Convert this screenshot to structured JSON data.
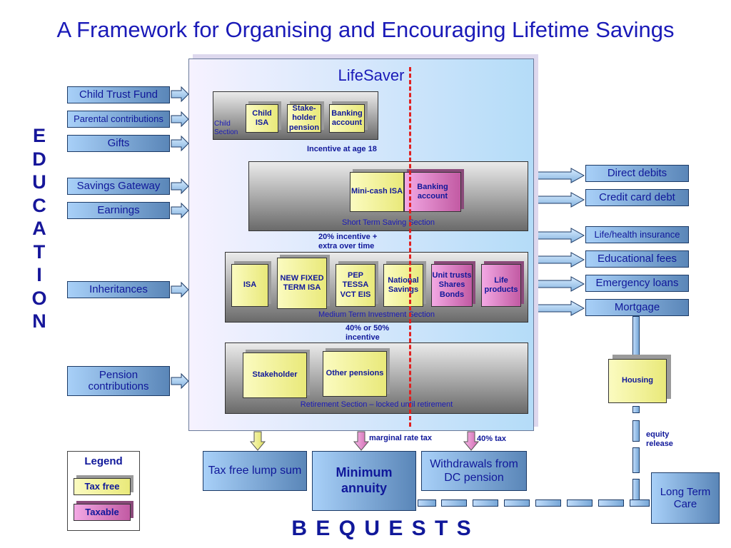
{
  "title": "A Framework for Organising and Encouraging Lifetime Savings",
  "education_letters": [
    "E",
    "D",
    "U",
    "C",
    "A",
    "T",
    "I",
    "O",
    "N"
  ],
  "inputs": [
    {
      "label": "Child Trust Fund"
    },
    {
      "label": "Parental contributions"
    },
    {
      "label": "Gifts"
    },
    {
      "label": "Savings Gateway"
    },
    {
      "label": "Earnings"
    },
    {
      "label": "Inheritances"
    },
    {
      "label": "Pension contributions"
    }
  ],
  "lifesaver": {
    "title": "LifeSaver",
    "child_section": {
      "label": "Child Section",
      "boxes": [
        "Child ISA",
        "Stake-holder pension",
        "Banking account"
      ]
    },
    "incentive_1": "Incentive at age 18",
    "short_term": {
      "label": "Short Term Saving Section",
      "tax_free_box": "Mini-cash ISA",
      "taxable_box": "Banking account"
    },
    "incentive_2": "20% incentive + extra over time",
    "medium_term": {
      "label": "Medium Term Investment Section",
      "tax_free_boxes": [
        "ISA",
        "NEW FIXED TERM ISA",
        "PEP TESSA VCT EIS",
        "National Savings"
      ],
      "taxable_boxes": [
        "Unit trusts Shares Bonds",
        "Life products"
      ]
    },
    "incentive_3": "40% or 50% incentive",
    "retirement": {
      "label": "Retirement Section – locked until retirement",
      "boxes": [
        "Stakeholder",
        "Other pensions"
      ]
    }
  },
  "outputs": [
    {
      "label": "Direct debits"
    },
    {
      "label": "Credit card debt"
    },
    {
      "label": "Life/health insurance"
    },
    {
      "label": "Educational fees"
    },
    {
      "label": "Emergency loans"
    },
    {
      "label": "Mortgage"
    }
  ],
  "housing": "Housing",
  "equity_release": "equity release",
  "long_term_care": "Long Term Care",
  "bottom": {
    "tax_free_lump": "Tax free lump sum",
    "minimum_annuity": "Minimum annuity",
    "withdrawals": "Withdrawals from DC pension",
    "marginal_rate_tax": "marginal rate tax",
    "forty_tax": "40% tax"
  },
  "legend": {
    "title": "Legend",
    "tax_free": "Tax free",
    "taxable": "Taxable"
  },
  "bequests": "B E Q U E S T S",
  "colors": {
    "title_blue": "#1a1ab8",
    "tax_free_yellow": "#e9e97a",
    "taxable_pink": "#c25aa3",
    "dashed_line_red": "#e02020"
  }
}
